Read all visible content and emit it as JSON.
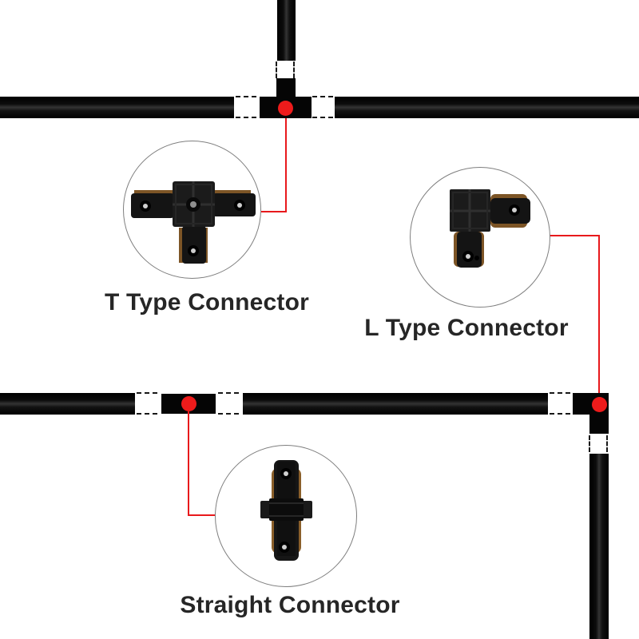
{
  "diagram": {
    "title": "Track lighting connector installation diagram",
    "background": "#ffffff",
    "labels": {
      "t": "T Type Connector",
      "l": "L Type Connector",
      "straight": "Straight Connector"
    },
    "connectors": [
      {
        "id": "t",
        "label": "T Type Connector",
        "junction": "tee-junction: vertical track joining horizontal track from above"
      },
      {
        "id": "l",
        "label": "L Type Connector",
        "junction": "corner-junction: horizontal track turning down at right edge"
      },
      {
        "id": "straight",
        "label": "Straight Connector",
        "junction": "inline-junction: two horizontal track segments joined end to end"
      }
    ],
    "colors": {
      "accent_red": "#ee1b1b",
      "callout_line_red": "#e8191c",
      "track_black": "#0c0c0c",
      "label_text": "#262626",
      "circle_border": "#7e7e7e",
      "brass_accent": "#8a5f2a",
      "screw_metal": "#cfcfcf"
    }
  }
}
